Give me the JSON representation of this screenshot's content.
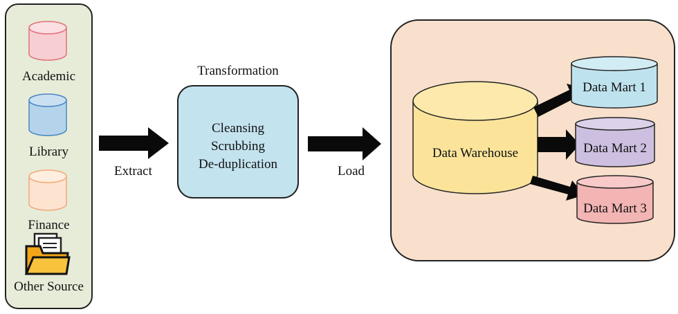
{
  "sources": {
    "items": [
      {
        "label": "Academic",
        "fill": "#f7cfd3",
        "stroke": "#e0707a"
      },
      {
        "label": "Library",
        "fill": "#b5d4ec",
        "stroke": "#4a86c0"
      },
      {
        "label": "Finance",
        "fill": "#fde4d0",
        "stroke": "#f0a97a"
      }
    ],
    "other_label": "Other Source",
    "panel_fill": "#e7ecd9"
  },
  "extract": {
    "label": "Extract"
  },
  "transformation": {
    "title": "Transformation",
    "lines": [
      "Cleansing",
      "Scrubbing",
      "De-duplication"
    ],
    "fill": "#c3e3ef"
  },
  "load": {
    "label": "Load"
  },
  "warehouse": {
    "label": "Data Warehouse",
    "fill": "#fbe49a",
    "panel_fill": "#f8e0cc"
  },
  "marts": [
    {
      "label": "Data Mart 1",
      "fill": "#bfe3ee"
    },
    {
      "label": "Data Mart 2",
      "fill": "#cdbfdf"
    },
    {
      "label": "Data Mart 3",
      "fill": "#f3b4b4"
    }
  ]
}
